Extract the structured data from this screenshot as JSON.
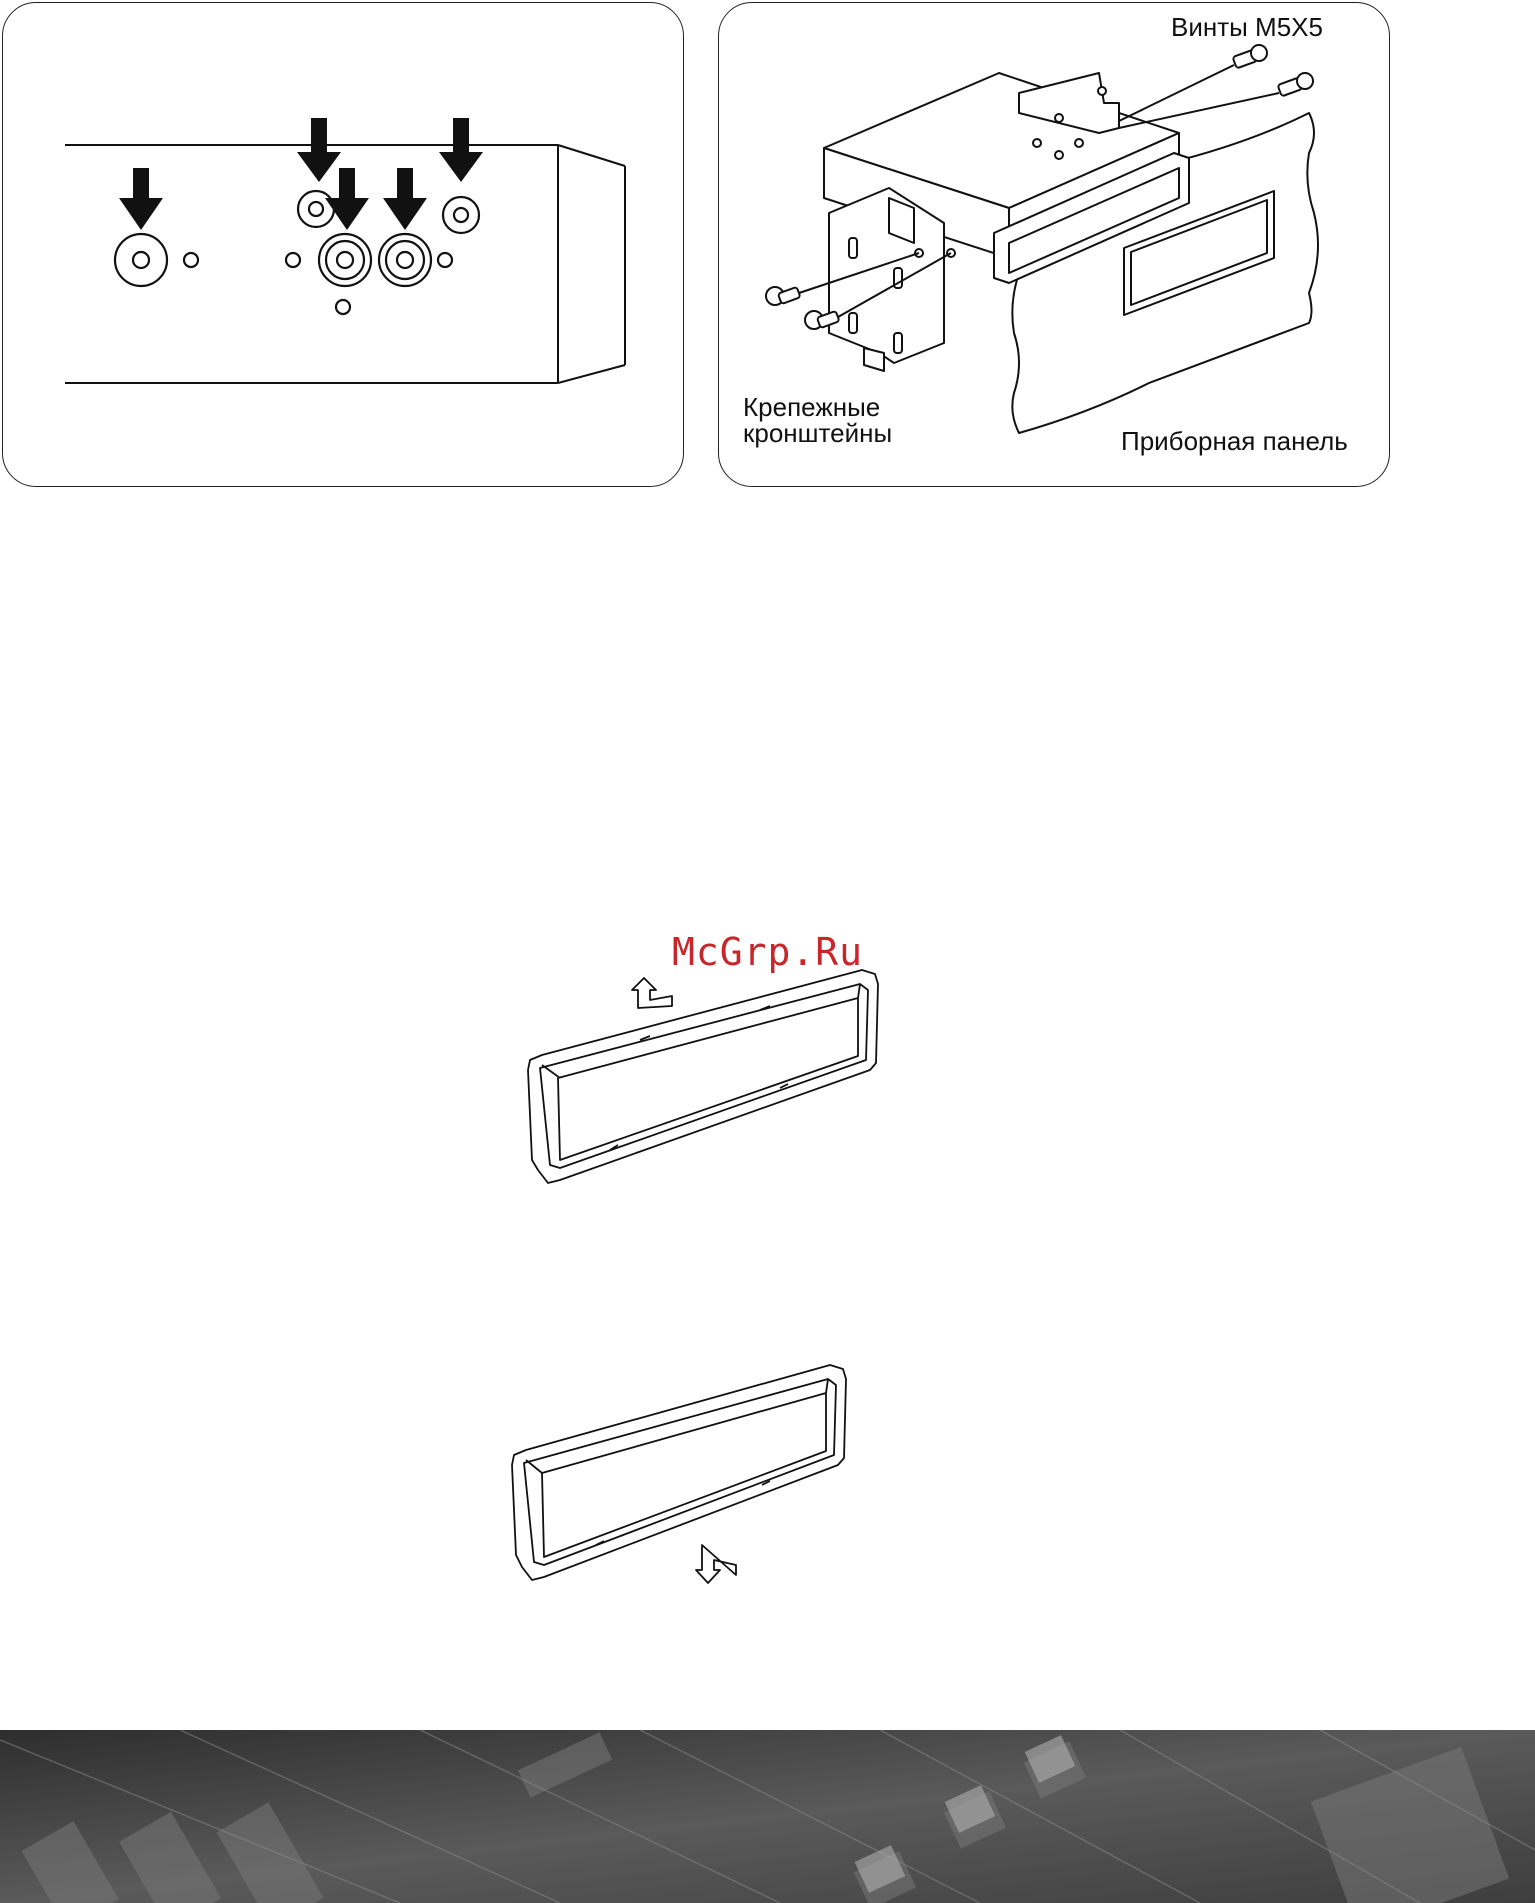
{
  "labels": {
    "screws": "Винты М5Х5",
    "brackets_line1": "Крепежные",
    "brackets_line2": "кронштейны",
    "dashboard": "Приборная панель"
  },
  "watermark": "McGrp.Ru",
  "colors": {
    "ink": "#111111",
    "watermark": "#c8262a",
    "footer_dark": "#3a3a3a",
    "footer_light": "#6a6a6a"
  },
  "icons": {
    "arrow": "down-arrow-icon",
    "connector": "rca-connector-icon",
    "screw": "screw-icon"
  }
}
